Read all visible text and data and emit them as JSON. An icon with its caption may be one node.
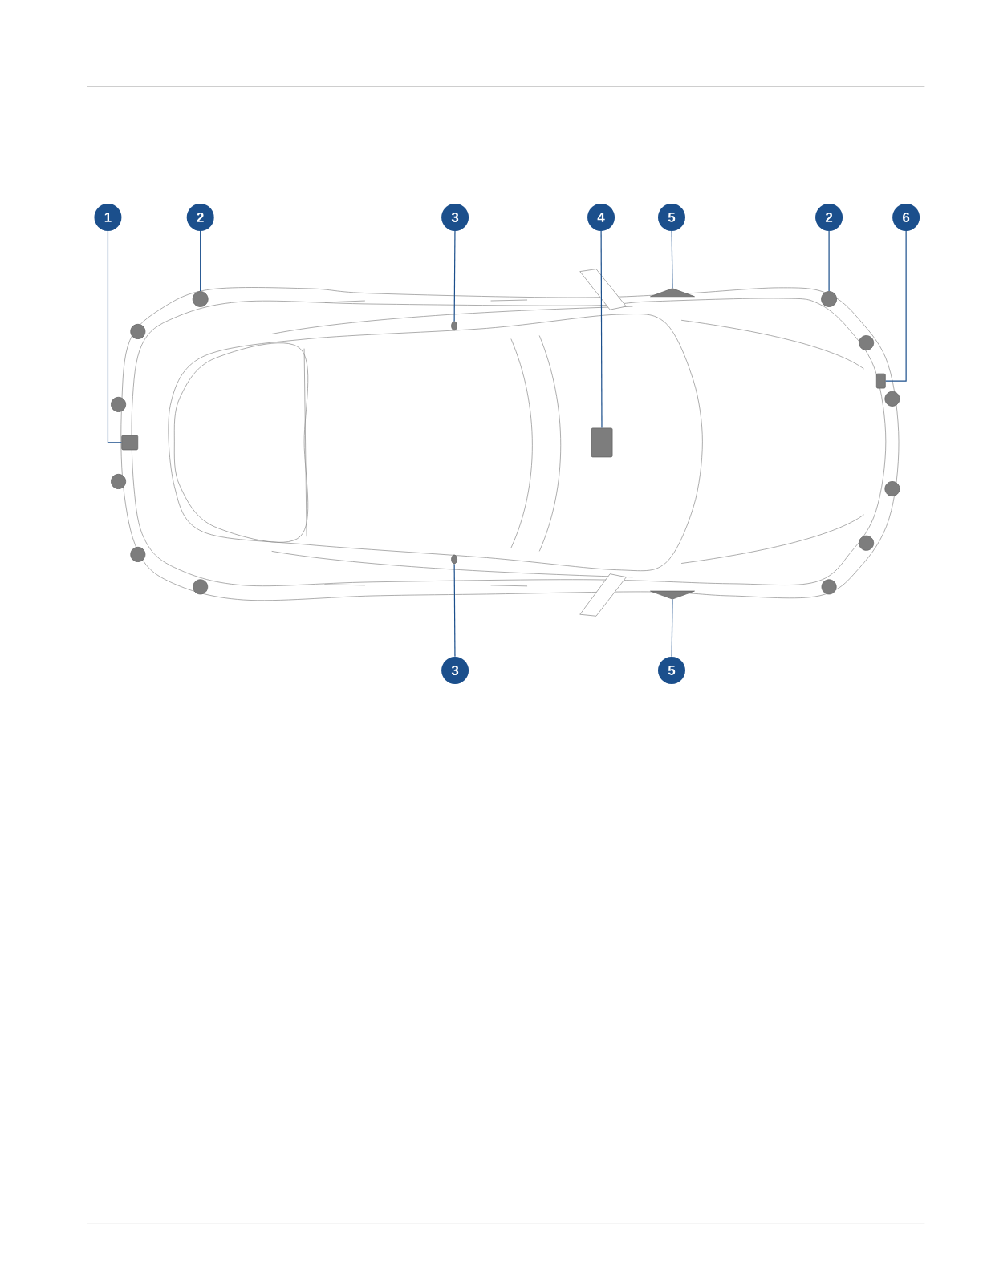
{
  "diagram": {
    "nodes": [
      {
        "text": [
          "1"
        ]
      },
      {
        "text": [
          "2"
        ]
      },
      {
        "text": [
          "3"
        ]
      },
      {
        "text": [
          "4"
        ]
      },
      {
        "text": [
          "5"
        ]
      },
      {
        "text": [
          "2"
        ]
      },
      {
        "text": [
          "6"
        ]
      },
      {
        "text": [
          "3"
        ]
      },
      {
        "text": [
          "5"
        ]
      },
      {
        "text": [],
        "shape": "box"
      },
      {
        "text": [],
        "shape": "circle"
      },
      {
        "text": [],
        "shape": "circle"
      },
      {
        "text": [],
        "shape": "box"
      },
      {
        "text": [],
        "shape": "triangle"
      },
      {
        "text": [],
        "shape": "circle"
      },
      {
        "text": [],
        "shape": "box"
      },
      {
        "text": [],
        "shape": "circle"
      },
      {
        "text": [],
        "shape": "triangle"
      }
    ],
    "edges": [
      {
        "from": 0,
        "to": 9,
        "arrow": "none"
      },
      {
        "from": 1,
        "to": 10,
        "arrow": "none"
      },
      {
        "from": 2,
        "to": 11,
        "arrow": "none"
      },
      {
        "from": 3,
        "to": 12,
        "arrow": "none"
      },
      {
        "from": 4,
        "to": 13,
        "arrow": "none"
      },
      {
        "from": 5,
        "to": 14,
        "arrow": "none"
      },
      {
        "from": 6,
        "to": 15,
        "arrow": "none"
      },
      {
        "from": 7,
        "to": 16,
        "arrow": "none"
      },
      {
        "from": 8,
        "to": 17,
        "arrow": "none"
      }
    ]
  }
}
